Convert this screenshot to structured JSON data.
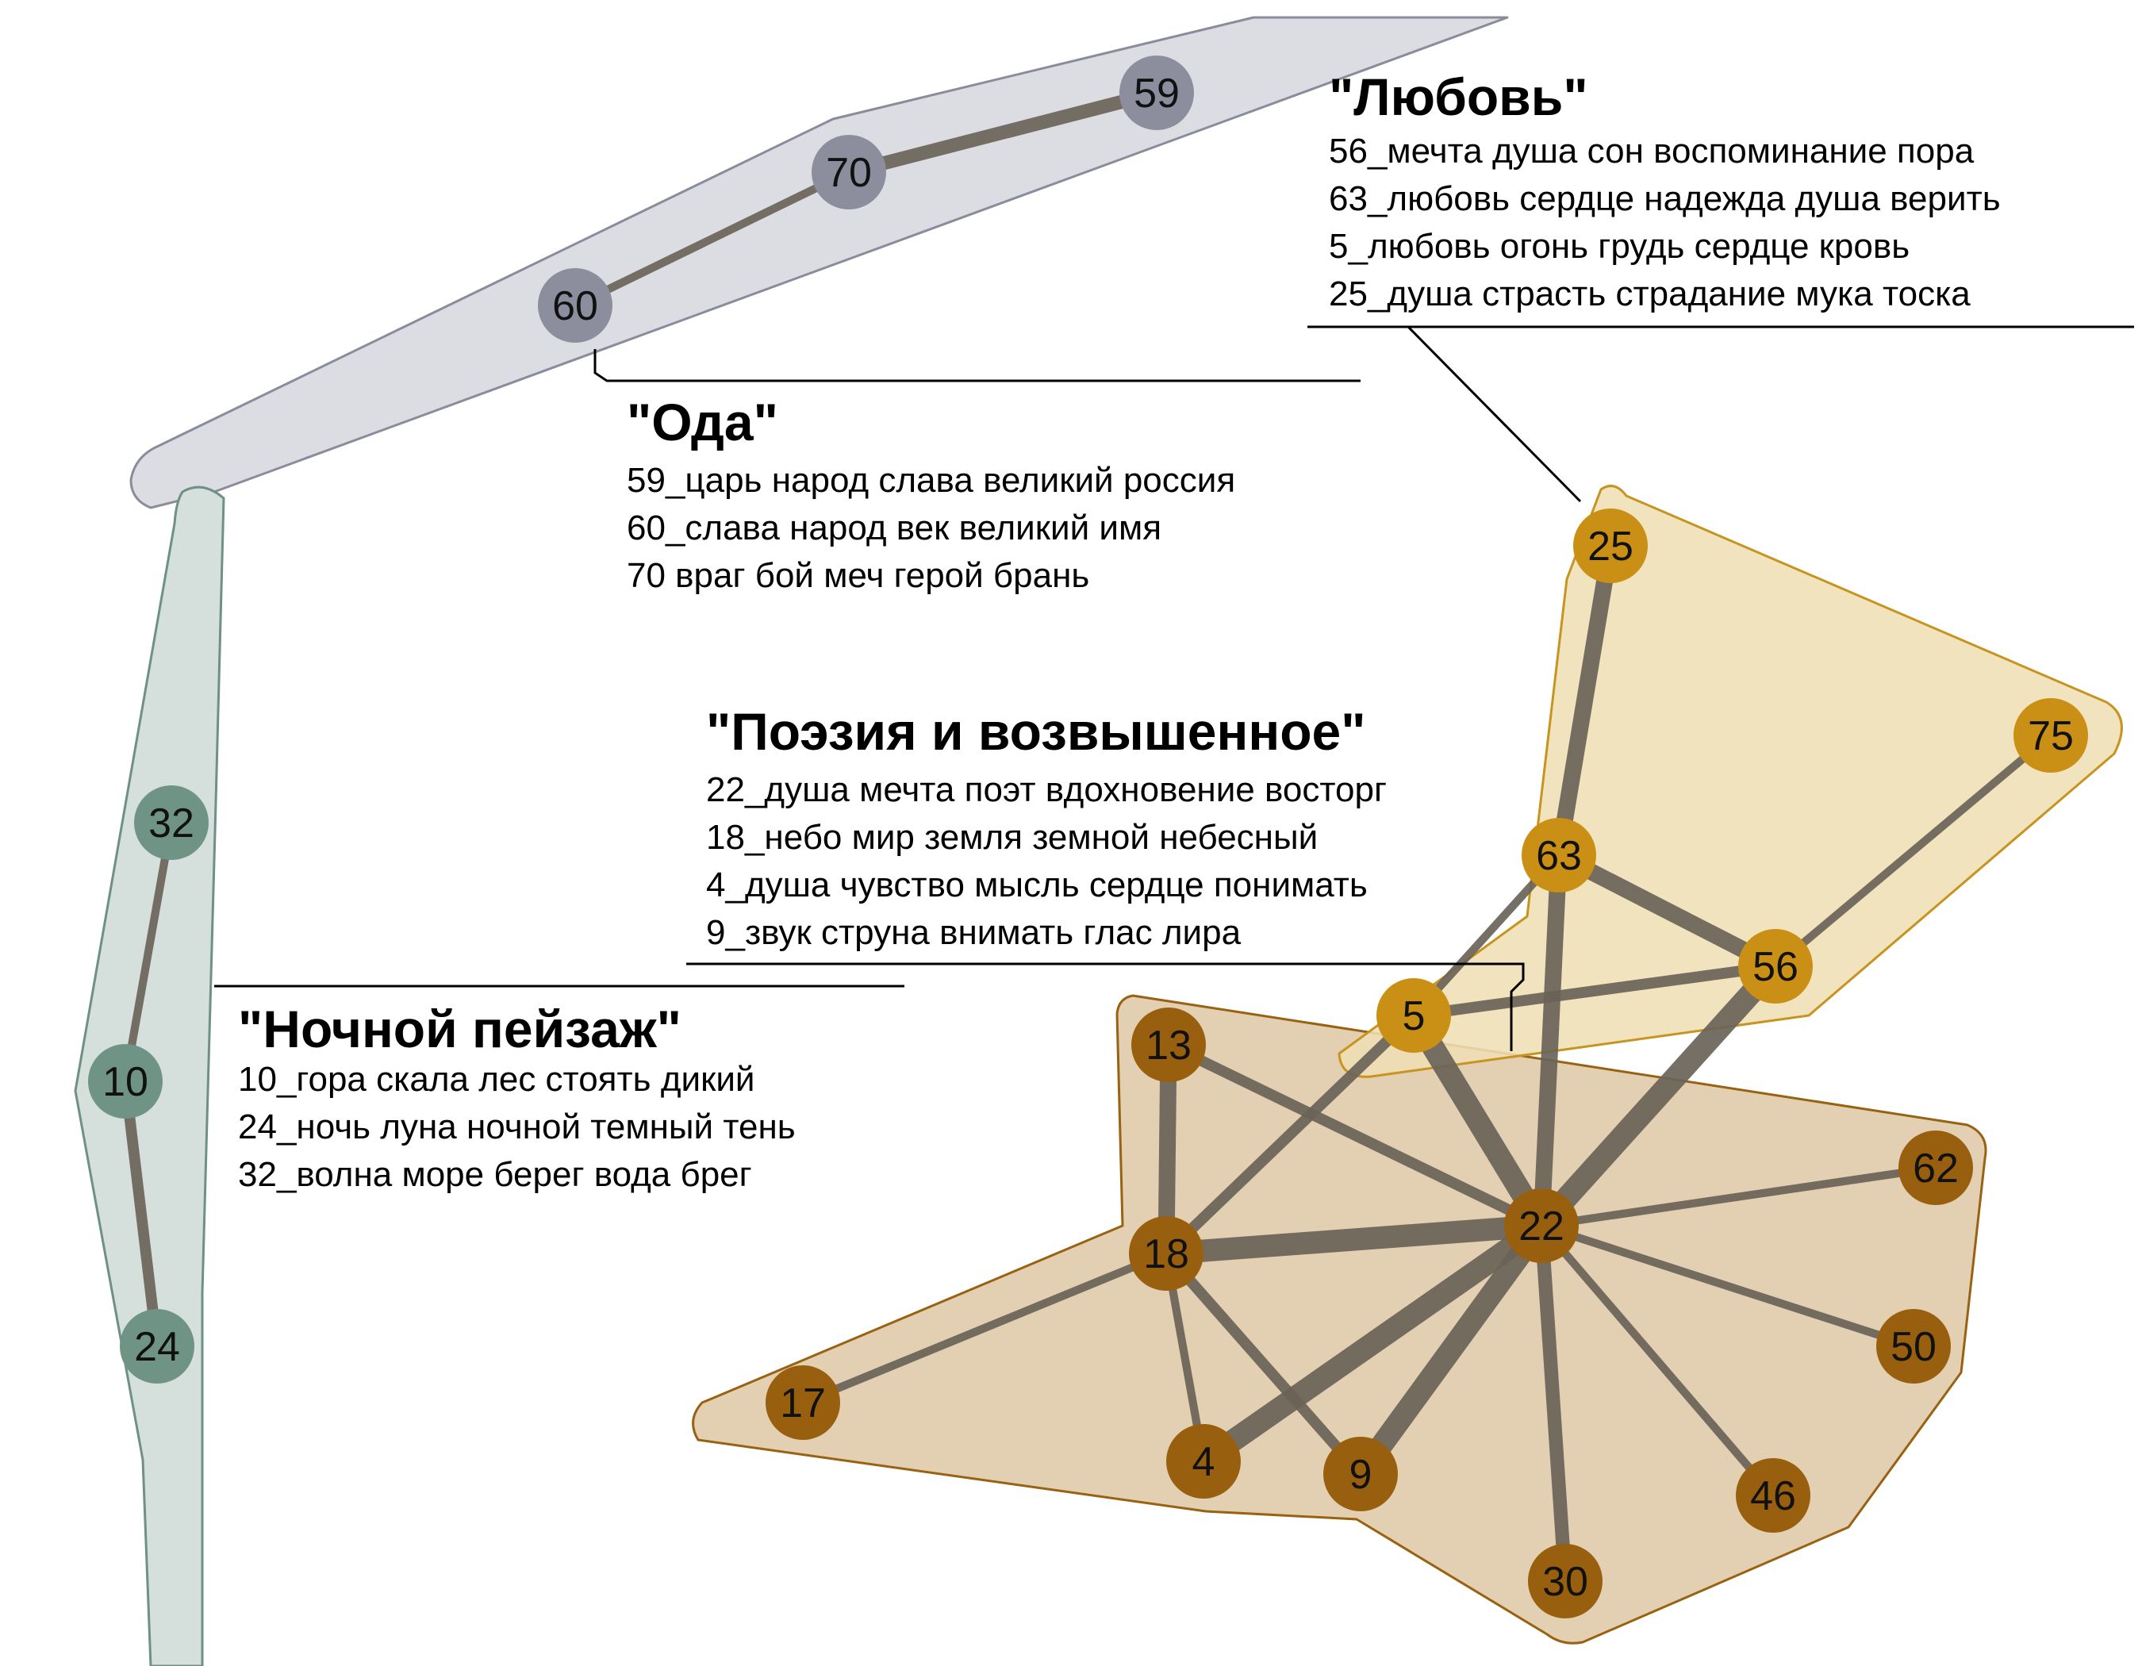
{
  "colors": {
    "oda_hull_fill": "#dcdde3",
    "oda_hull_stroke": "#8a8c9c",
    "oda_node": "#8c8e9e",
    "night_hull_fill": "#d5dfdc",
    "night_hull_stroke": "#6e9086",
    "night_node": "#6f9486",
    "love_hull_fill": "#efdfb4",
    "love_hull_stroke": "#c79420",
    "love_node": "#c99015",
    "poetry_hull_fill": "#e3cfb2",
    "poetry_hull_stroke": "#996212",
    "poetry_node": "#98600e",
    "edge": "#6a6358",
    "leader": "#000000"
  },
  "clusters": [
    {
      "id": "oda",
      "title": "\"Ода\"",
      "topics": [
        "59_царь народ слава великий россия",
        "60_слава народ век великий имя",
        "70 враг бой меч герой брань"
      ]
    },
    {
      "id": "love",
      "title": "\"Любовь\"",
      "topics": [
        "56_мечта душа сон воспоминание пора",
        "63_любовь сердце надежда душа верить",
        "5_любовь огонь грудь сердце кровь",
        "25_душа страсть страдание мука тоска"
      ]
    },
    {
      "id": "poetry",
      "title": "\"Поэзия и возвышенное\"",
      "topics": [
        "22_душа мечта поэт вдохновение восторг",
        "18_небо мир земля земной небесный",
        "4_душа чувство мысль сердце понимать",
        "9_звук струна внимать глас лира"
      ]
    },
    {
      "id": "night",
      "title": "\"Ночной пейзаж\"",
      "topics": [
        "10_гора скала лес стоять дикий",
        "24_ночь луна ночной темный тень",
        "32_волна море берег вода брег"
      ]
    }
  ],
  "nodes": [
    {
      "id": "59",
      "label": "59",
      "cluster": "oda"
    },
    {
      "id": "70",
      "label": "70",
      "cluster": "oda"
    },
    {
      "id": "60",
      "label": "60",
      "cluster": "oda"
    },
    {
      "id": "32",
      "label": "32",
      "cluster": "night"
    },
    {
      "id": "10",
      "label": "10",
      "cluster": "night"
    },
    {
      "id": "24",
      "label": "24",
      "cluster": "night"
    },
    {
      "id": "25",
      "label": "25",
      "cluster": "love"
    },
    {
      "id": "75",
      "label": "75",
      "cluster": "love"
    },
    {
      "id": "63",
      "label": "63",
      "cluster": "love"
    },
    {
      "id": "56",
      "label": "56",
      "cluster": "love"
    },
    {
      "id": "5",
      "label": "5",
      "cluster": "love"
    },
    {
      "id": "13",
      "label": "13",
      "cluster": "poetry"
    },
    {
      "id": "18",
      "label": "18",
      "cluster": "poetry"
    },
    {
      "id": "22",
      "label": "22",
      "cluster": "poetry"
    },
    {
      "id": "62",
      "label": "62",
      "cluster": "poetry"
    },
    {
      "id": "50",
      "label": "50",
      "cluster": "poetry"
    },
    {
      "id": "17",
      "label": "17",
      "cluster": "poetry"
    },
    {
      "id": "4",
      "label": "4",
      "cluster": "poetry"
    },
    {
      "id": "9",
      "label": "9",
      "cluster": "poetry"
    },
    {
      "id": "46",
      "label": "46",
      "cluster": "poetry"
    },
    {
      "id": "30",
      "label": "30",
      "cluster": "poetry"
    }
  ],
  "edges": [
    {
      "source": "59",
      "target": "70",
      "weight": 4
    },
    {
      "source": "70",
      "target": "60",
      "weight": 2
    },
    {
      "source": "32",
      "target": "10",
      "weight": 2
    },
    {
      "source": "10",
      "target": "24",
      "weight": 3
    },
    {
      "source": "25",
      "target": "63",
      "weight": 5
    },
    {
      "source": "63",
      "target": "56",
      "weight": 5
    },
    {
      "source": "63",
      "target": "5",
      "weight": 2
    },
    {
      "source": "5",
      "target": "56",
      "weight": 3
    },
    {
      "source": "56",
      "target": "75",
      "weight": 2
    },
    {
      "source": "63",
      "target": "22",
      "weight": 5
    },
    {
      "source": "5",
      "target": "22",
      "weight": 7
    },
    {
      "source": "56",
      "target": "22",
      "weight": 7
    },
    {
      "source": "5",
      "target": "18",
      "weight": 3
    },
    {
      "source": "13",
      "target": "18",
      "weight": 5
    },
    {
      "source": "13",
      "target": "22",
      "weight": 3
    },
    {
      "source": "18",
      "target": "22",
      "weight": 7
    },
    {
      "source": "18",
      "target": "17",
      "weight": 2
    },
    {
      "source": "18",
      "target": "4",
      "weight": 2
    },
    {
      "source": "18",
      "target": "9",
      "weight": 3
    },
    {
      "source": "22",
      "target": "4",
      "weight": 7
    },
    {
      "source": "22",
      "target": "9",
      "weight": 7
    },
    {
      "source": "22",
      "target": "30",
      "weight": 4
    },
    {
      "source": "22",
      "target": "46",
      "weight": 2
    },
    {
      "source": "22",
      "target": "50",
      "weight": 2
    },
    {
      "source": "22",
      "target": "62",
      "weight": 2
    }
  ]
}
